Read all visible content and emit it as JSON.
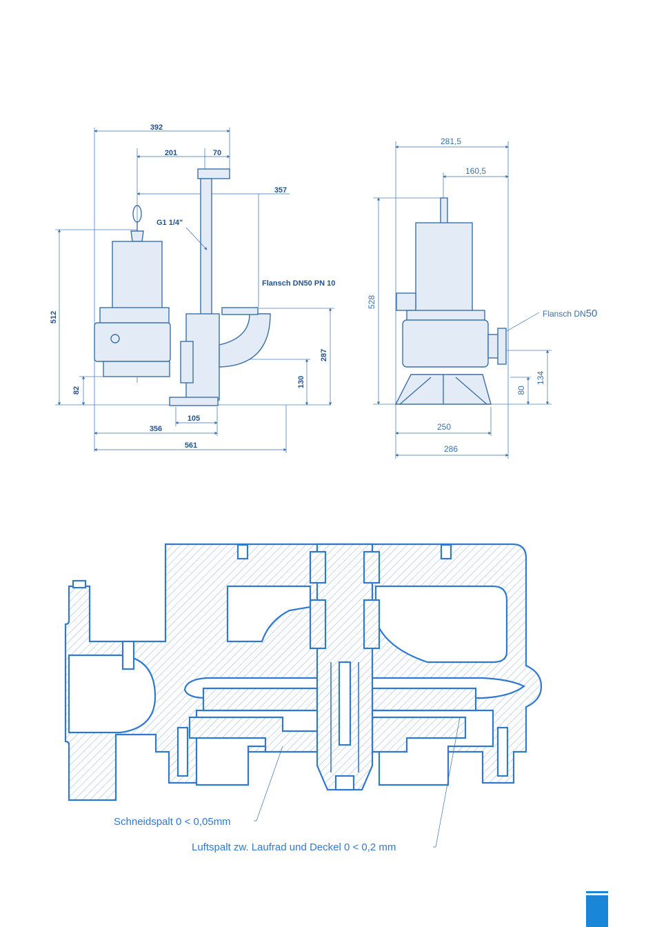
{
  "side_view": {
    "dims": {
      "w392": "392",
      "w201": "201",
      "w70": "70",
      "w357": "357",
      "w356": "356",
      "w105": "105",
      "w561": "561",
      "h512": "512",
      "h82": "82",
      "h130": "130",
      "h287": "287"
    },
    "labels": {
      "thread": "G1 1/4\"",
      "flange": "Flansch DN50 PN 10"
    }
  },
  "front_view": {
    "dims": {
      "w281": "281,5",
      "w160": "160,5",
      "w250": "250",
      "w286": "286",
      "h528": "528",
      "h80": "80",
      "h134": "134"
    },
    "labels": {
      "flange_prefix": "Flansch DN",
      "flange_size": "50"
    }
  },
  "section": {
    "labels": {
      "cut_gap": "Schneidspalt 0 < 0,05mm",
      "air_gap": "Luftspalt zw. Laufrad und Deckel 0 < 0,2 mm"
    }
  },
  "colors": {
    "line": "#3a6fa8",
    "section": "#2f78d0",
    "tab": "#1a86d8"
  }
}
